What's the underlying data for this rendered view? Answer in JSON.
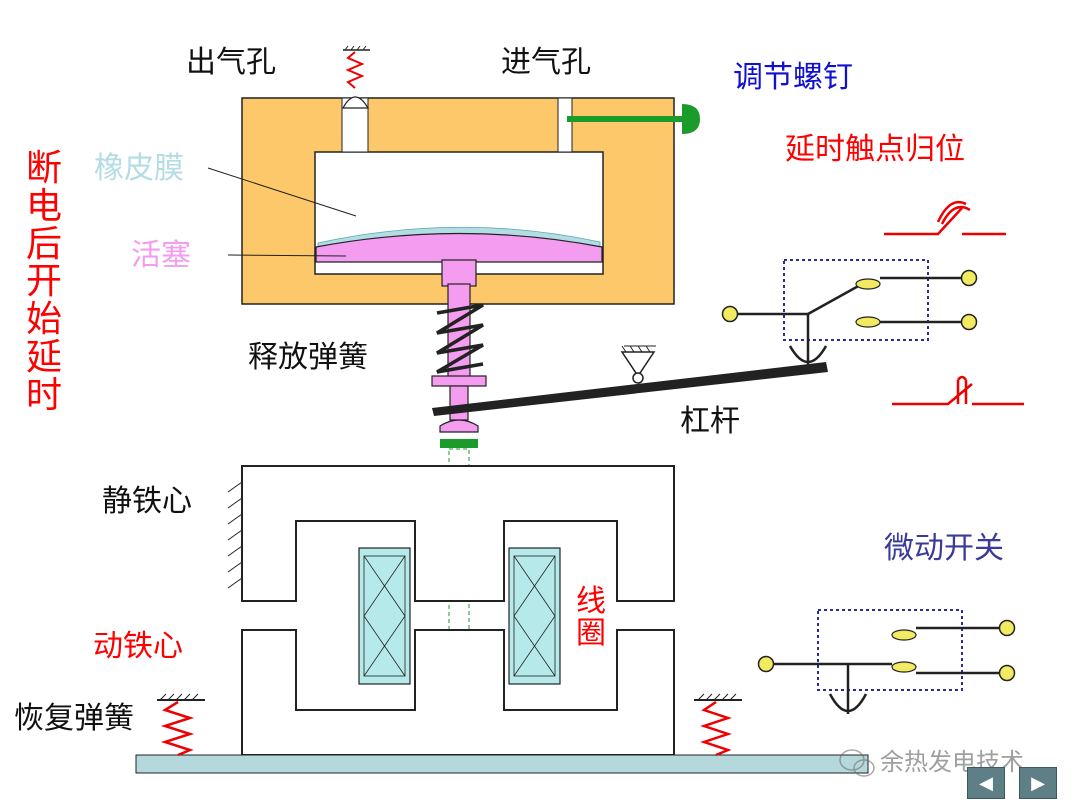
{
  "labels": {
    "outlet_hole": "出气孔",
    "inlet_hole": "进气孔",
    "adjust_screw": "调节螺钉",
    "rubber_membrane": "橡皮膜",
    "piston": "活塞",
    "delay_contact_reset": "延时触点归位",
    "release_spring": "释放弹簧",
    "lever": "杠杆",
    "static_core": "静铁心",
    "micro_switch": "微动开关",
    "coil": "线圈",
    "moving_core": "动铁心",
    "return_spring": "恢复弹簧",
    "delay_after_power_off": "断电后开始延时"
  },
  "watermark": "余热发电技术",
  "nav": {
    "prev_icon": "◀",
    "next_icon": "▶"
  },
  "colors": {
    "housing": "#fcc86a",
    "piston": "#f39cf0",
    "membrane": "#b4dce4",
    "screw": "#1a9b2a",
    "red_text": "#ff0000",
    "blue_text": "#1010d0",
    "purple_text": "#3a3a9a",
    "contact": "#f2ea60",
    "coil": "#b6eaea",
    "base": "#b4d8dc"
  }
}
